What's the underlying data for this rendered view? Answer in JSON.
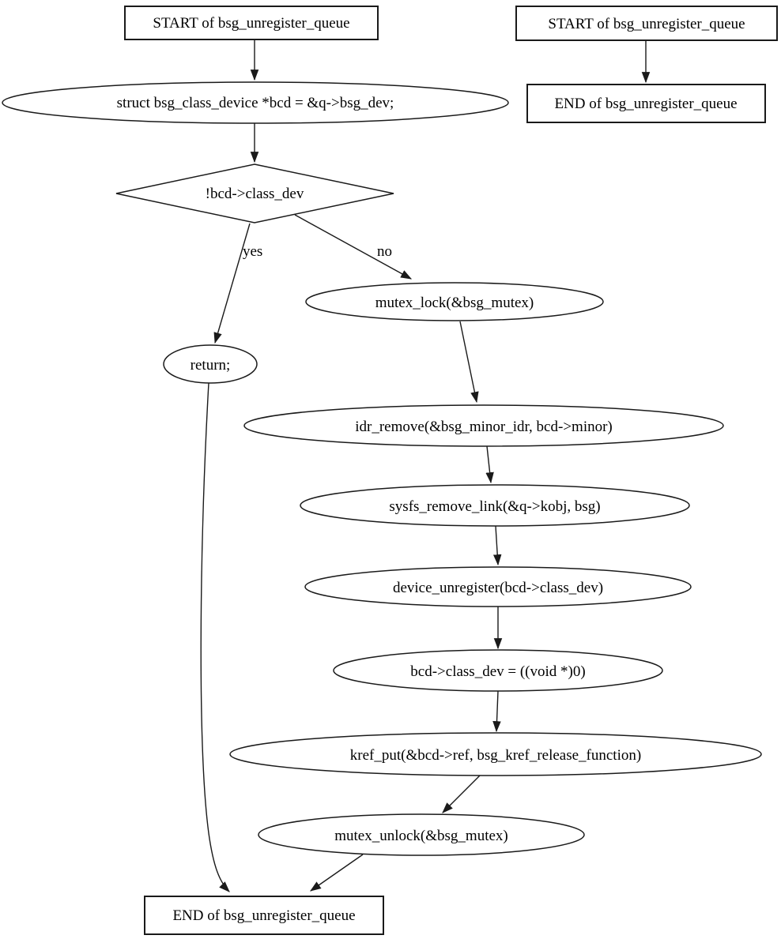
{
  "diagram": {
    "kind": "flowchart",
    "function_name": "bsg_unregister_queue",
    "colors": {
      "background": "#ffffff",
      "node_fill_default": "#ffffff",
      "stroke": "#1a1a1a",
      "text": "#000000",
      "mutex_lock_fill": "#add8e6",
      "mutex_unlock_fill": "#ffff00"
    },
    "nodes": {
      "start_main": {
        "shape": "box",
        "label": "START of bsg_unregister_queue"
      },
      "decl": {
        "shape": "ellipse",
        "label": "struct bsg_class_device *bcd = &q->bsg_dev;"
      },
      "cond": {
        "shape": "diamond",
        "label": "!bcd->class_dev"
      },
      "return_node": {
        "shape": "ellipse",
        "label": "return;"
      },
      "mutex_lock": {
        "shape": "ellipse",
        "label": "mutex_lock(&bsg_mutex)",
        "fill": "#add8e6"
      },
      "idr_remove": {
        "shape": "ellipse",
        "label": "idr_remove(&bsg_minor_idr, bcd->minor)"
      },
      "sysfs_remove_link": {
        "shape": "ellipse",
        "label": "sysfs_remove_link(&q->kobj, bsg)"
      },
      "device_unregister": {
        "shape": "ellipse",
        "label": "device_unregister(bcd->class_dev)"
      },
      "null_assign": {
        "shape": "ellipse",
        "label": "bcd->class_dev = ((void *)0)"
      },
      "kref_put": {
        "shape": "ellipse",
        "label": "kref_put(&bcd->ref, bsg_kref_release_function)"
      },
      "mutex_unlock": {
        "shape": "ellipse",
        "label": "mutex_unlock(&bsg_mutex)",
        "fill": "#ffff00"
      },
      "end_main": {
        "shape": "box",
        "label": "END of bsg_unregister_queue"
      },
      "start_stub": {
        "shape": "box",
        "label": "START of bsg_unregister_queue"
      },
      "end_stub": {
        "shape": "box",
        "label": "END of bsg_unregister_queue"
      }
    },
    "edges": [
      {
        "from": "start_main",
        "to": "decl",
        "label": ""
      },
      {
        "from": "decl",
        "to": "cond",
        "label": ""
      },
      {
        "from": "cond",
        "to": "return_node",
        "label": "yes"
      },
      {
        "from": "cond",
        "to": "mutex_lock",
        "label": "no"
      },
      {
        "from": "mutex_lock",
        "to": "idr_remove",
        "label": ""
      },
      {
        "from": "idr_remove",
        "to": "sysfs_remove_link",
        "label": ""
      },
      {
        "from": "sysfs_remove_link",
        "to": "device_unregister",
        "label": ""
      },
      {
        "from": "device_unregister",
        "to": "null_assign",
        "label": ""
      },
      {
        "from": "null_assign",
        "to": "kref_put",
        "label": ""
      },
      {
        "from": "kref_put",
        "to": "mutex_unlock",
        "label": ""
      },
      {
        "from": "mutex_unlock",
        "to": "end_main",
        "label": ""
      },
      {
        "from": "return_node",
        "to": "end_main",
        "label": ""
      },
      {
        "from": "start_stub",
        "to": "end_stub",
        "label": ""
      }
    ]
  }
}
